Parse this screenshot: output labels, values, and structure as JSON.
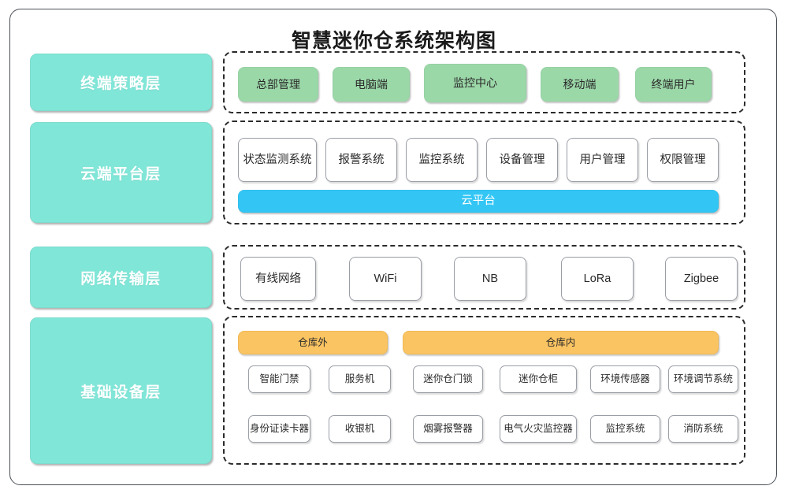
{
  "header": {
    "title": "智慧迷你仓系统架构图"
  },
  "colors": {
    "layer_label_bg": "#80E6D8",
    "terminal_node_bg": "#9BD8A8",
    "cloud_platform_bg": "#33C6F5",
    "zone_header_bg": "#FBC462",
    "node_bg": "#FFFFFF",
    "frame_border": "#4A4F57",
    "group_border": "#2B2B2B"
  },
  "layers": [
    {
      "id": "terminal-strategy-layer",
      "label": "终端策略层",
      "nodes": [
        {
          "label": "总部管理"
        },
        {
          "label": "电脑端"
        },
        {
          "label": "监控中心"
        },
        {
          "label": "移动端"
        },
        {
          "label": "终端用户"
        }
      ]
    },
    {
      "id": "cloud-platform-layer",
      "label": "云端平台层",
      "nodes": [
        {
          "label": "状态监测系统"
        },
        {
          "label": "报警系统"
        },
        {
          "label": "监控系统"
        },
        {
          "label": "设备管理"
        },
        {
          "label": "用户管理"
        },
        {
          "label": "权限管理"
        }
      ],
      "platform_bar": "云平台"
    },
    {
      "id": "network-transmission-layer",
      "label": "网络传输层",
      "nodes": [
        {
          "label": "有线网络"
        },
        {
          "label": "WiFi"
        },
        {
          "label": "NB"
        },
        {
          "label": "LoRa"
        },
        {
          "label": "Zigbee"
        }
      ]
    },
    {
      "id": "infrastructure-layer",
      "label": "基础设备层",
      "zones": [
        {
          "id": "outside-warehouse",
          "header": "仓库外"
        },
        {
          "id": "inside-warehouse",
          "header": "仓库内"
        }
      ],
      "devices_row1": [
        {
          "label": "智能门禁"
        },
        {
          "label": "服务机"
        },
        {
          "label": "迷你仓门锁"
        },
        {
          "label": "迷你仓柜"
        },
        {
          "label": "环境传感器"
        },
        {
          "label": "环境调节系统"
        }
      ],
      "devices_row2": [
        {
          "label": "身份证读卡器"
        },
        {
          "label": "收银机"
        },
        {
          "label": "烟雾报警器"
        },
        {
          "label": "电气火灾监控器"
        },
        {
          "label": "监控系统"
        },
        {
          "label": "消防系统"
        }
      ]
    }
  ],
  "watermark": {
    "text": ""
  }
}
